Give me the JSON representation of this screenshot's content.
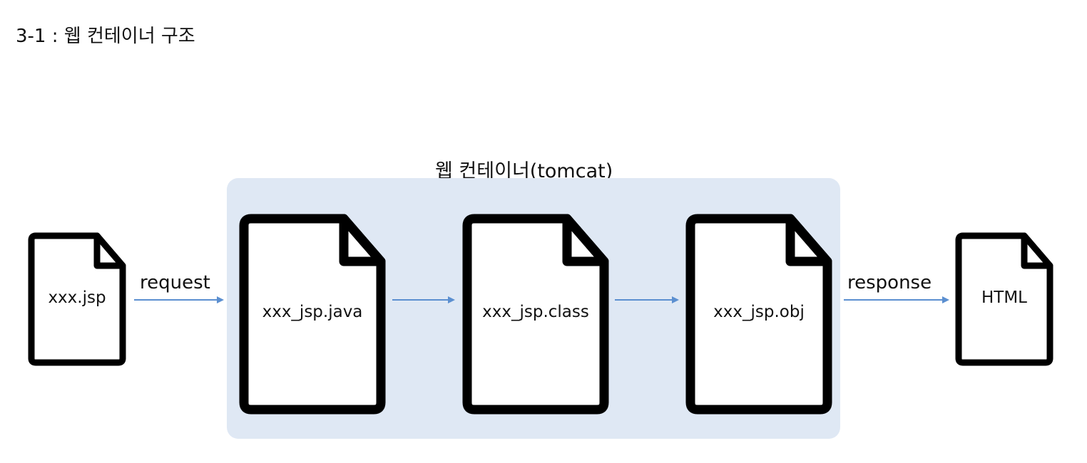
{
  "title": "3-1 : 웹 컨테이너 구조",
  "container": {
    "label": "웹 컨테이너(tomcat)"
  },
  "nodes": [
    {
      "id": "xxx-jsp",
      "label": "xxx.jsp"
    },
    {
      "id": "xxx-jsp-java",
      "label": "xxx_jsp.java"
    },
    {
      "id": "xxx-jsp-class",
      "label": "xxx_jsp.class"
    },
    {
      "id": "xxx-jsp-obj",
      "label": "xxx_jsp.obj"
    },
    {
      "id": "html",
      "label": "HTML"
    }
  ],
  "edges": [
    {
      "from": "xxx-jsp",
      "to": "xxx-jsp-java",
      "label": "request"
    },
    {
      "from": "xxx-jsp-java",
      "to": "xxx-jsp-class",
      "label": ""
    },
    {
      "from": "xxx-jsp-class",
      "to": "xxx-jsp-obj",
      "label": ""
    },
    {
      "from": "xxx-jsp-obj",
      "to": "html",
      "label": "response"
    }
  ],
  "colors": {
    "container_fill": "#dfe8f4",
    "arrow": "#5b8fd0",
    "outline": "#000000"
  }
}
